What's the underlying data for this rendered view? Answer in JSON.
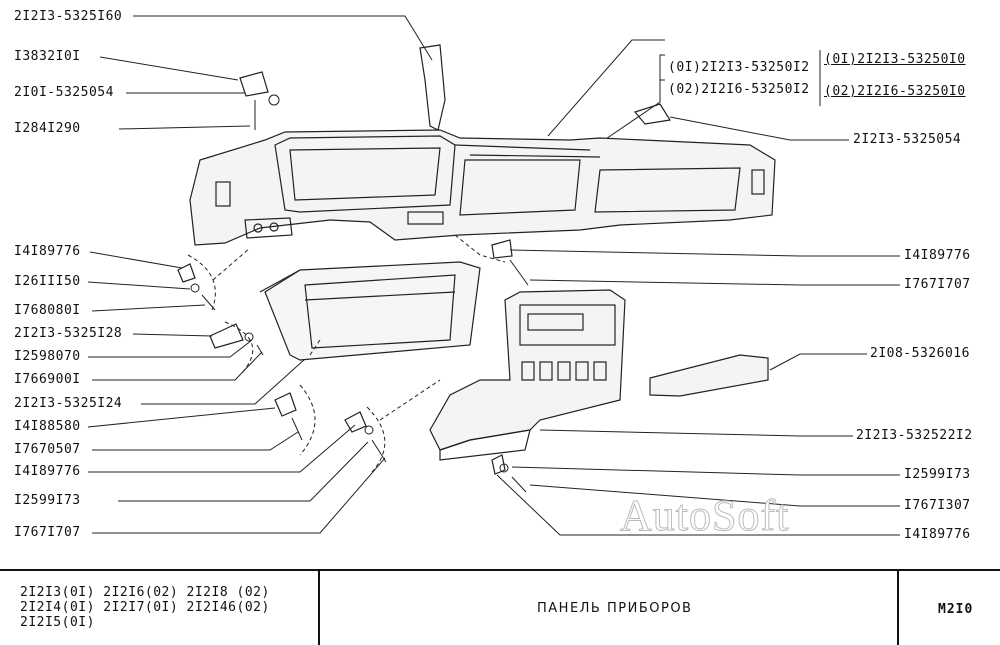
{
  "callouts_left": [
    "2I2I3-5325I60",
    "I3832I0I",
    "2I0I-5325054",
    "I284I290",
    "I4I89776",
    "I26III50",
    "I768080I",
    "2I2I3-5325I28",
    "I2598070",
    "I766900I",
    "2I2I3-5325I24",
    "I4I88580",
    "I7670507",
    "I4I89776",
    "I2599I73",
    "I767I707"
  ],
  "callouts_right": [
    "2I2I3-5325054",
    "I4I89776",
    "I767I707",
    "2I08-5326016",
    "2I2I3-532522I2",
    "I2599I73",
    "I767I307",
    "I4I89776"
  ],
  "variants": {
    "left_top": "(0I)2I2I3-53250I2",
    "left_bottom": "(02)2I2I6-53250I2",
    "right_top": "(0I)2I2I3-53250I0",
    "right_bottom": "(02)2I2I6-53250I0"
  },
  "title_block": {
    "codes": [
      "2I2I3(0I)  2I2I6(02)  2I2I8 (02)",
      "2I2I4(0I)  2I2I7(0I)  2I2I46(02)",
      "2I2I5(0I)"
    ],
    "title": "ПАНЕЛЬ  ПРИБОРОВ",
    "sheet": "M2I0"
  },
  "watermark": "AutoSoft"
}
